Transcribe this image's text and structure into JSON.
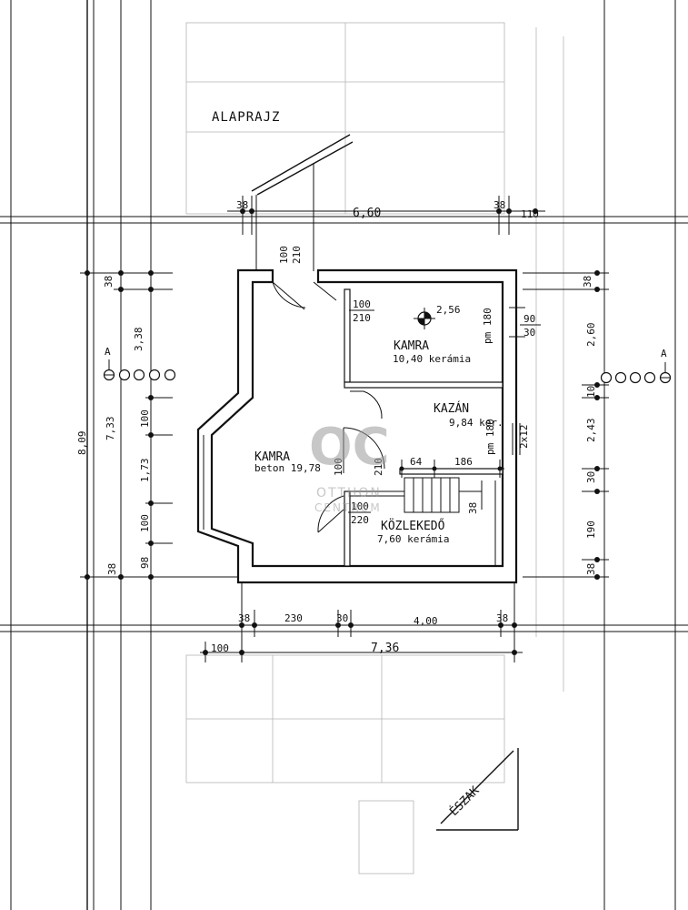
{
  "title": "ALAPRAJZ",
  "rooms": [
    {
      "name": "KAMRA",
      "detail": "10,40 kerámia"
    },
    {
      "name": "KAZÁN",
      "detail": "9,84 ker."
    },
    {
      "name": "KAMRA",
      "detail": "beton 19,78"
    },
    {
      "name": "KÖZLEKEDŐ",
      "detail": "7,60 kerámia"
    }
  ],
  "dims_top": {
    "d1": "38",
    "d2": "6,60",
    "d3": "38",
    "d4": "110"
  },
  "dims_bottom": {
    "d1": "38",
    "d2": "230",
    "d3": "30",
    "d4": "4,00",
    "d5": "38",
    "d6": "100",
    "total": "7,36"
  },
  "dims_left": {
    "d1": "38",
    "d2": "3,38",
    "d3": "100",
    "d4": "7,33",
    "d5": "1,73",
    "d6": "100",
    "d7": "98",
    "d8": "38",
    "total": "8,09"
  },
  "dims_right": {
    "d1": "38",
    "d2": "2,60",
    "d3": "10",
    "d4": "2,43",
    "d5": "30",
    "d6": "190",
    "d7": "38"
  },
  "openings": {
    "entry_w": "100",
    "entry_h": "210",
    "door1_w": "100",
    "door1_h": "210",
    "window_w": "90",
    "window_h": "30",
    "door2_w": "100",
    "door2_h": "210",
    "door3_w": "100",
    "door3_h": "220",
    "pm1": "pm 180",
    "pm2": "pm 180",
    "w64": "64",
    "w186": "186",
    "w38": "38",
    "level": "2,56",
    "stair_code": "2x12"
  },
  "section_marker": "A",
  "north_label": "ÉSZAK",
  "watermark": {
    "initials": "OC",
    "line1": "OTTHON",
    "line2": "CENTRUM"
  }
}
